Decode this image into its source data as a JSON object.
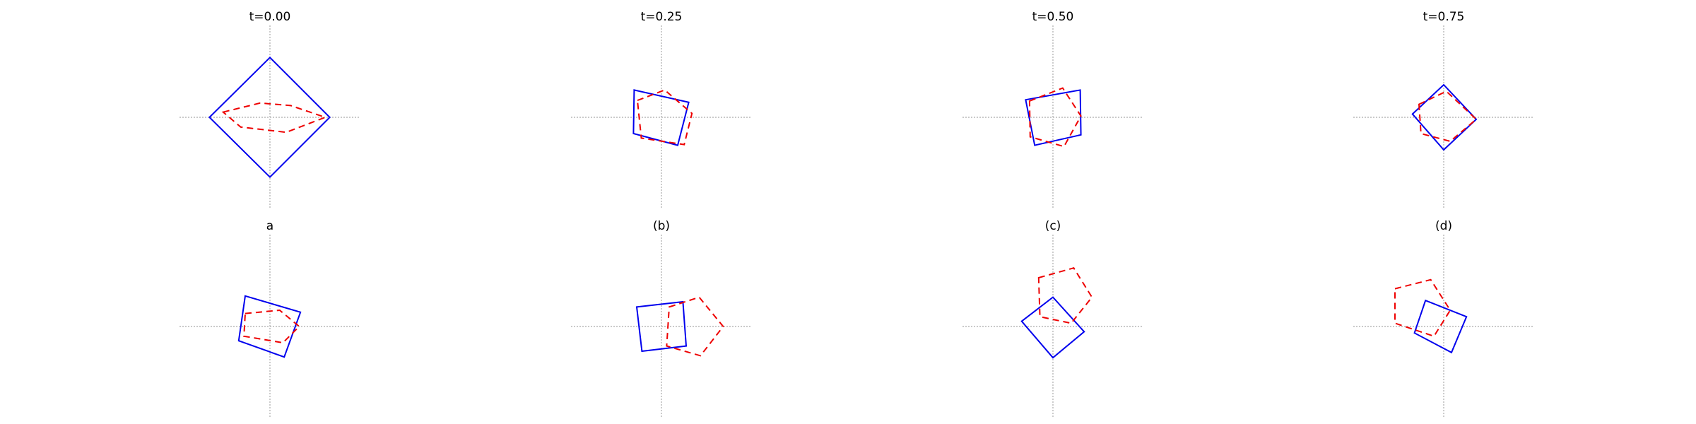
{
  "figure": {
    "panels": [
      {
        "title": "t=0.00",
        "square": [
          [
            -0.93,
            0
          ],
          [
            0,
            0.92
          ],
          [
            0.92,
            0
          ],
          [
            0,
            -0.92
          ]
        ],
        "pentagon": [
          [
            -0.72,
            0.08
          ],
          [
            -0.15,
            0.22
          ],
          [
            0.32,
            0.18
          ],
          [
            0.85,
            0
          ],
          [
            0.25,
            -0.23
          ],
          [
            -0.45,
            -0.15
          ]
        ]
      },
      {
        "title": "t=0.25",
        "square": [
          [
            -0.42,
            0.42
          ],
          [
            0.42,
            0.23
          ],
          [
            0.25,
            -0.43
          ],
          [
            -0.43,
            -0.25
          ]
        ],
        "pentagon": [
          [
            -0.37,
            0.26
          ],
          [
            0.05,
            0.42
          ],
          [
            0.47,
            0.06
          ],
          [
            0.35,
            -0.42
          ],
          [
            -0.31,
            -0.32
          ]
        ]
      },
      {
        "title": "t=0.50",
        "square": [
          [
            -0.42,
            0.27
          ],
          [
            0.42,
            0.42
          ],
          [
            0.43,
            -0.27
          ],
          [
            -0.28,
            -0.43
          ]
        ],
        "pentagon": [
          [
            -0.36,
            0.25
          ],
          [
            0.15,
            0.45
          ],
          [
            0.43,
            0.02
          ],
          [
            0.17,
            -0.45
          ],
          [
            -0.35,
            -0.3
          ]
        ]
      },
      {
        "title": "t=0.75",
        "square": [
          [
            -0.48,
            0.05
          ],
          [
            0,
            0.5
          ],
          [
            0.5,
            -0.03
          ],
          [
            0,
            -0.5
          ]
        ],
        "pentagon": [
          [
            -0.38,
            0.2
          ],
          [
            0.04,
            0.4
          ],
          [
            0.5,
            -0.03
          ],
          [
            0.1,
            -0.37
          ],
          [
            -0.35,
            -0.25
          ]
        ]
      },
      {
        "title": "a",
        "square": [
          [
            -0.38,
            0.47
          ],
          [
            0.47,
            0.22
          ],
          [
            0.22,
            -0.47
          ],
          [
            -0.48,
            -0.22
          ]
        ],
        "pentagon": [
          [
            -0.38,
            0.2
          ],
          [
            0.15,
            0.25
          ],
          [
            0.45,
            0
          ],
          [
            0.2,
            -0.25
          ],
          [
            -0.4,
            -0.15
          ]
        ]
      },
      {
        "title": "(b)",
        "square": [
          [
            -0.38,
            0.3
          ],
          [
            0.33,
            0.38
          ],
          [
            0.38,
            -0.3
          ],
          [
            -0.3,
            -0.38
          ]
        ],
        "pentagon": [
          [
            0.12,
            0.3
          ],
          [
            0.58,
            0.45
          ],
          [
            0.95,
            0
          ],
          [
            0.6,
            -0.45
          ],
          [
            0.08,
            -0.3
          ]
        ]
      },
      {
        "title": "(c)",
        "square": [
          [
            -0.48,
            0.08
          ],
          [
            0,
            0.45
          ],
          [
            0.48,
            -0.08
          ],
          [
            0,
            -0.48
          ]
        ],
        "pentagon": [
          [
            -0.22,
            0.75
          ],
          [
            0.32,
            0.9
          ],
          [
            0.6,
            0.45
          ],
          [
            0.28,
            0.05
          ],
          [
            -0.2,
            0.15
          ]
        ]
      },
      {
        "title": "(d)",
        "square": [
          [
            -0.28,
            0.4
          ],
          [
            0.35,
            0.15
          ],
          [
            0.12,
            -0.4
          ],
          [
            -0.45,
            -0.1
          ]
        ],
        "pentagon": [
          [
            -0.75,
            0.58
          ],
          [
            -0.2,
            0.72
          ],
          [
            0.1,
            0.25
          ],
          [
            -0.15,
            -0.15
          ],
          [
            -0.75,
            0.05
          ]
        ]
      }
    ],
    "colors": {
      "square": "#0000ee",
      "pentagon": "#ee0000",
      "axis": "#aaaaaa"
    }
  }
}
